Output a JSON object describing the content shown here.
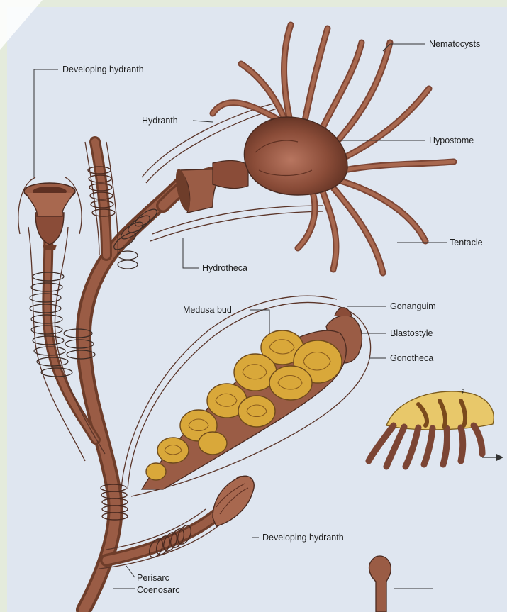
{
  "labels": {
    "developing_hydranth_top": "Developing hydranth",
    "hydranth": "Hydranth",
    "nematocysts": "Nematocysts",
    "hypostome": "Hypostome",
    "tentacle": "Tentacle",
    "hydrotheca": "Hydrotheca",
    "medusa_bud": "Medusa bud",
    "gonanguim": "Gonanguim",
    "blastostyle": "Blastostyle",
    "gonotheca": "Gonotheca",
    "female_symbol": "♀",
    "developing_hydranth_bottom": "Developing hydranth",
    "perisarc": "Perisarc",
    "coenosarc": "Coenosarc"
  },
  "colors": {
    "background": "#e4ebdc",
    "panel": "#dfe6f0",
    "stalk": "#9a5c45",
    "medusa_bud": "#d9a83a"
  }
}
